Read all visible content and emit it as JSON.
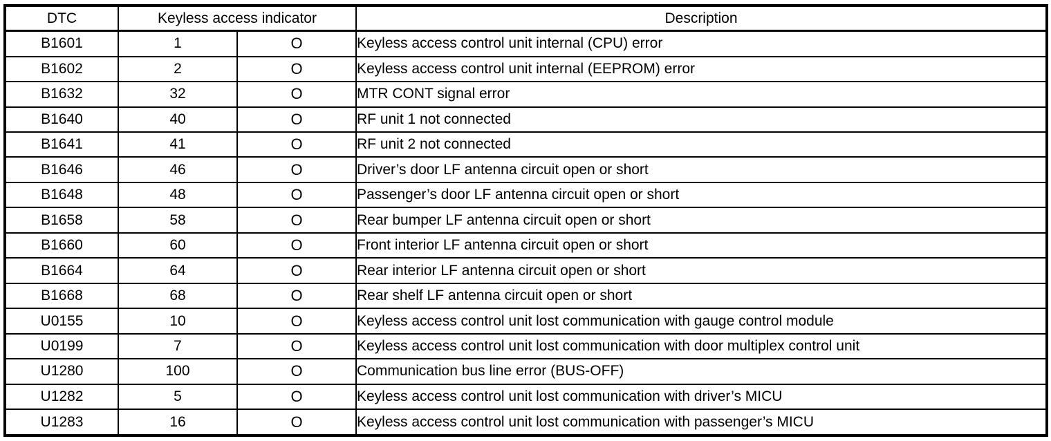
{
  "colors": {
    "background": "#ffffff",
    "text": "#000000",
    "border": "#000000"
  },
  "table": {
    "headers": {
      "dtc": "DTC",
      "indicator": "Keyless access indicator",
      "description": "Description"
    },
    "rows": [
      {
        "dtc": "B1601",
        "code": "1",
        "indicator": "O",
        "description": "Keyless access control unit internal (CPU) error"
      },
      {
        "dtc": "B1602",
        "code": "2",
        "indicator": "O",
        "description": "Keyless access control unit internal (EEPROM) error"
      },
      {
        "dtc": "B1632",
        "code": "32",
        "indicator": "O",
        "description": "MTR CONT signal error"
      },
      {
        "dtc": "B1640",
        "code": "40",
        "indicator": "O",
        "description": "RF unit 1 not connected"
      },
      {
        "dtc": "B1641",
        "code": "41",
        "indicator": "O",
        "description": "RF unit 2 not connected"
      },
      {
        "dtc": "B1646",
        "code": "46",
        "indicator": "O",
        "description": "Driver’s door LF antenna circuit open or short"
      },
      {
        "dtc": "B1648",
        "code": "48",
        "indicator": "O",
        "description": "Passenger’s door LF antenna circuit open or short"
      },
      {
        "dtc": "B1658",
        "code": "58",
        "indicator": "O",
        "description": "Rear bumper LF antenna circuit open or short"
      },
      {
        "dtc": "B1660",
        "code": "60",
        "indicator": "O",
        "description": "Front interior LF antenna circuit open or short"
      },
      {
        "dtc": "B1664",
        "code": "64",
        "indicator": "O",
        "description": "Rear interior LF antenna circuit open or short"
      },
      {
        "dtc": "B1668",
        "code": "68",
        "indicator": "O",
        "description": "Rear shelf LF antenna circuit open or short"
      },
      {
        "dtc": "U0155",
        "code": "10",
        "indicator": "O",
        "description": "Keyless access control unit lost communication with gauge control module"
      },
      {
        "dtc": "U0199",
        "code": "7",
        "indicator": "O",
        "description": "Keyless access control unit lost communication with door multiplex control unit"
      },
      {
        "dtc": "U1280",
        "code": "100",
        "indicator": "O",
        "description": "Communication bus line error (BUS-OFF)"
      },
      {
        "dtc": "U1282",
        "code": "5",
        "indicator": "O",
        "description": "Keyless access control unit lost communication with driver’s MICU"
      },
      {
        "dtc": "U1283",
        "code": "16",
        "indicator": "O",
        "description": "Keyless access control unit lost communication with passenger’s MICU"
      }
    ]
  }
}
